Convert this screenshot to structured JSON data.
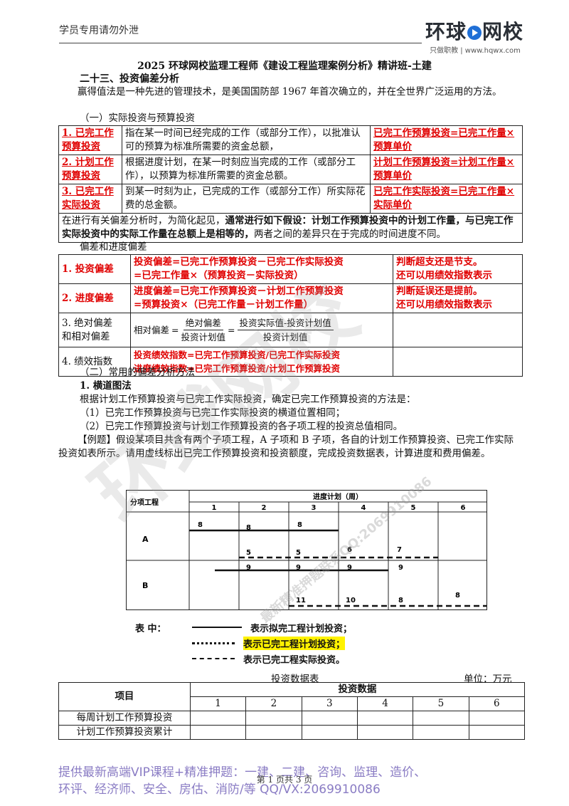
{
  "header": {
    "left_text": "学员专用请勿外泄",
    "logo_main_a": "环球",
    "logo_main_b": "网校",
    "logo_sub": "只做职教 | www.hqwx.com"
  },
  "doc": {
    "title": "2025 环球网校监理工程师《建设工程监理案例分析》精讲班-土建",
    "section": "二十三、投资偏差分析",
    "intro": "赢得值法是一种先进的管理技术，是美国国防部 1967 年首次确立的，并在全世界广泛运用的方法。",
    "sub1": "（一）实际投资与预算投资",
    "table1": [
      {
        "label": "1. 已完工作预算投资",
        "desc": "指在某一时间已经完成的工作（或部分工作），以批准认可的预算为标准所需要的资金总额，",
        "formula": "已完工作预算投资=已完工作量×预算单价"
      },
      {
        "label": "2. 计划工作预算投资",
        "desc": "根据进度计划，在某一时刻应当完成的工作（或部分工作），以预算为标准所需要的资金总额。",
        "formula": "计划工作预算投资=计划工作量×预算单价"
      },
      {
        "label": "3. 已完工作实际投资",
        "desc": "到某一时刻为止，已完成的工作（或部分工作）所实际花费的总金额。",
        "formula": "已完工作实际投资=已完工作量×实际单价"
      }
    ],
    "assume_pre": "在进行有关偏差分析时，为简化起见，",
    "assume_bold": "通常进行如下假设：计划工作预算投资中的计划工作量，与已完工作实际投资中的实际工作量在总额上是相等的，",
    "assume_post": "两者之间的差异只在于完成的时间进度不同。",
    "sub_dev": "偏差和进度偏差",
    "table2": {
      "r1_label": "1. 投资偏差",
      "r1_f1": "投资偏差=已完工作预算投资－已完工作实际投资",
      "r1_f2": "=已完工作量×（预算投资－实际投资）",
      "r1_note1": "判断超支还是节支。",
      "r1_note2": "还可以用绩效指数表示",
      "r2_label": "2. 进度偏差",
      "r2_f1": "进度偏差=已完工作预算投资－计划工作预算投资",
      "r2_f2": "=预算投资×（已完工作量－计划工作量）",
      "r2_note1": "判断延误还是提前。",
      "r2_note2": "还可以用绩效指数表示",
      "r3_label1": "3. 绝对偏差",
      "r3_label2": "和相对偏差",
      "r3_lhs": "相对偏差",
      "r3_num1": "绝对偏差",
      "r3_den1": "投资计划值",
      "r3_num2": "投资实际值-投资计划值",
      "r3_den2": "投资计划值",
      "r4_label": "4. 绩效指数",
      "r4_f1": "投资绩效指数=已完工作预算投资/已完工作实际投资",
      "r4_f2": "进度绩效指数=已完工作预算投资/计划工作预算投资"
    },
    "sub2": "（二）常用的偏差分析方法",
    "method": "1. 横道图法",
    "m_line1": "根据计划工作预算投资与已完工作实际投资，确定已完工作预算投资的方法是：",
    "m_line2": "（1）已完工作预算投资与已完工作实际投资的横道位置相同；",
    "m_line3": "（2）已完工作预算投资与计划工作预算投资的各子项工程的投资总值相同。",
    "example": "【例题】假设某项目共含有两个子项工程，A 子项和 B 子项，各自的计划工作预算投资、已完工作实际投资如表所示。请用虚线标出已完工作预算投资和投资额度，完成投资数据表，计算进度和费用偏差。"
  },
  "figure": {
    "col_header": "分项工程",
    "progress_header": "进度计划（周）",
    "weeks": [
      "1",
      "2",
      "3",
      "4",
      "5",
      "6"
    ],
    "row_a": "A",
    "row_b": "B",
    "a_top": [
      "8",
      "8",
      "8"
    ],
    "a_bottom": [
      "5",
      "5",
      "6",
      "7"
    ],
    "b_top": [
      "9",
      "9",
      "9",
      "9"
    ],
    "b_bottom": [
      "11",
      "10",
      "8",
      "8"
    ]
  },
  "legend": {
    "prefix": "表    中：",
    "solid": "表示拟完工程计划投资；",
    "dotted": "表示已完工程计划投资；",
    "dashed": "表示已完工程实际投资。"
  },
  "table3": {
    "caption": "投资数据表",
    "unit": "单位：万元",
    "col_item": "项目",
    "col_group": "投资数据",
    "weeks": [
      "1",
      "2",
      "3",
      "4",
      "5",
      "6"
    ],
    "rows": [
      "每周计划工作预算投资",
      "计划工作预算投资累计"
    ]
  },
  "footer": {
    "line1": "提供最新高端VIP课程+精准押题：一建、二建、咨询、监理、造价、",
    "line2": "环评、经济师、安全、房估、消防/等   QQ/VX:2069910086",
    "page": "第 1 页共 3 页"
  },
  "watermark": {
    "big": "环球网校",
    "small": "最新精准押题联系QQ:2069910086"
  },
  "colors": {
    "red": "#e00000",
    "footer": "#8a7cc4",
    "highlight": "#fff200",
    "logo_blue": "#1f6fd6"
  }
}
